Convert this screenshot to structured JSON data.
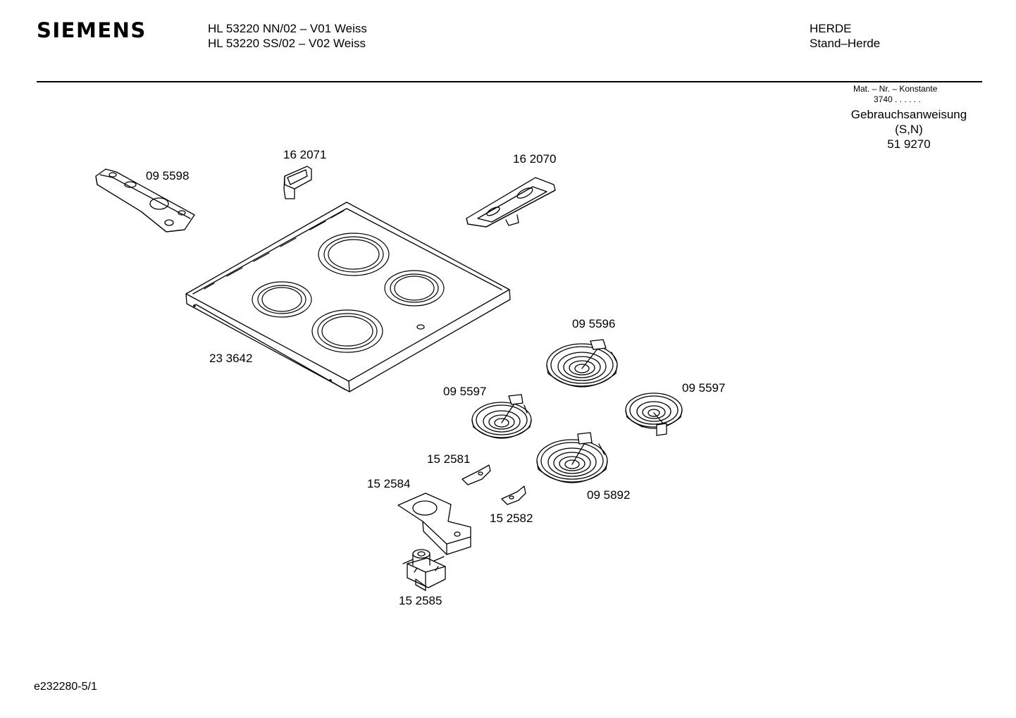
{
  "header": {
    "brand": "SIEMENS",
    "models": [
      "HL 53220 NN/02 – V01 Weiss",
      "HL 53220 SS/02 – V02 Weiss"
    ],
    "category": "HERDE",
    "subcategory": "Stand–Herde"
  },
  "info": {
    "mat_label": "Mat. – Nr. – Konstante",
    "mat_value": "3740 .  .   .  .  .  .",
    "manual_title": "Gebrauchsanweisung",
    "manual_variant": "(S,N)",
    "manual_number": "51 9270"
  },
  "parts": [
    "09 5598",
    "16 2071",
    "16 2070",
    "23 3642",
    "09 5596",
    "09 5597",
    "09 5597",
    "15 2581",
    "15 2584",
    "09 5892",
    "15 2582",
    "15 2585"
  ],
  "footer": {
    "code": "e232280-5/1"
  }
}
